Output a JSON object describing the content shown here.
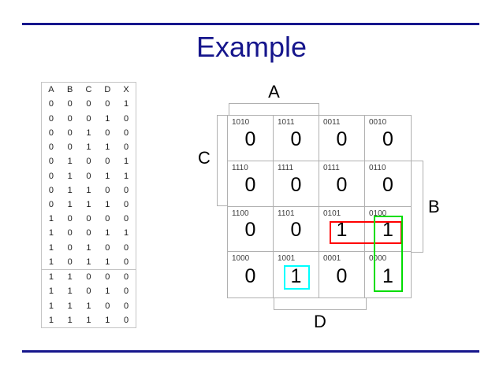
{
  "slide": {
    "title": "Example",
    "accent_color": "#16168c"
  },
  "truth_table": {
    "headers": [
      "A",
      "B",
      "C",
      "D",
      "X"
    ],
    "rows": [
      [
        "0",
        "0",
        "0",
        "0",
        "1"
      ],
      [
        "0",
        "0",
        "0",
        "1",
        "0"
      ],
      [
        "0",
        "0",
        "1",
        "0",
        "0"
      ],
      [
        "0",
        "0",
        "1",
        "1",
        "0"
      ],
      [
        "0",
        "1",
        "0",
        "0",
        "1"
      ],
      [
        "0",
        "1",
        "0",
        "1",
        "1"
      ],
      [
        "0",
        "1",
        "1",
        "0",
        "0"
      ],
      [
        "0",
        "1",
        "1",
        "1",
        "0"
      ],
      [
        "1",
        "0",
        "0",
        "0",
        "0"
      ],
      [
        "1",
        "0",
        "0",
        "1",
        "1"
      ],
      [
        "1",
        "0",
        "1",
        "0",
        "0"
      ],
      [
        "1",
        "0",
        "1",
        "1",
        "0"
      ],
      [
        "1",
        "1",
        "0",
        "0",
        "0"
      ],
      [
        "1",
        "1",
        "0",
        "1",
        "0"
      ],
      [
        "1",
        "1",
        "1",
        "0",
        "0"
      ],
      [
        "1",
        "1",
        "1",
        "1",
        "0"
      ]
    ],
    "separator_before_row_index": 12
  },
  "kmap": {
    "labels": {
      "top": "A",
      "left": "C",
      "right": "B",
      "bottom": "D"
    },
    "cells": [
      {
        "code": "1010",
        "value": "0"
      },
      {
        "code": "1011",
        "value": "0"
      },
      {
        "code": "0011",
        "value": "0"
      },
      {
        "code": "0010",
        "value": "0"
      },
      {
        "code": "1110",
        "value": "0"
      },
      {
        "code": "1111",
        "value": "0"
      },
      {
        "code": "0111",
        "value": "0"
      },
      {
        "code": "0110",
        "value": "0"
      },
      {
        "code": "1100",
        "value": "0"
      },
      {
        "code": "1101",
        "value": "0"
      },
      {
        "code": "0101",
        "value": "1"
      },
      {
        "code": "0100",
        "value": "1"
      },
      {
        "code": "1000",
        "value": "0"
      },
      {
        "code": "1001",
        "value": "1"
      },
      {
        "code": "0001",
        "value": "0"
      },
      {
        "code": "0000",
        "value": "1"
      }
    ],
    "groups": [
      {
        "id": "red-group",
        "color": "#ff0000",
        "cells": [
          "0101",
          "0100"
        ]
      },
      {
        "id": "green-group",
        "color": "#00dd00",
        "cells": [
          "0100",
          "0000"
        ]
      },
      {
        "id": "cyan-group",
        "color": "#00ffff",
        "cells": [
          "1001"
        ]
      }
    ]
  }
}
